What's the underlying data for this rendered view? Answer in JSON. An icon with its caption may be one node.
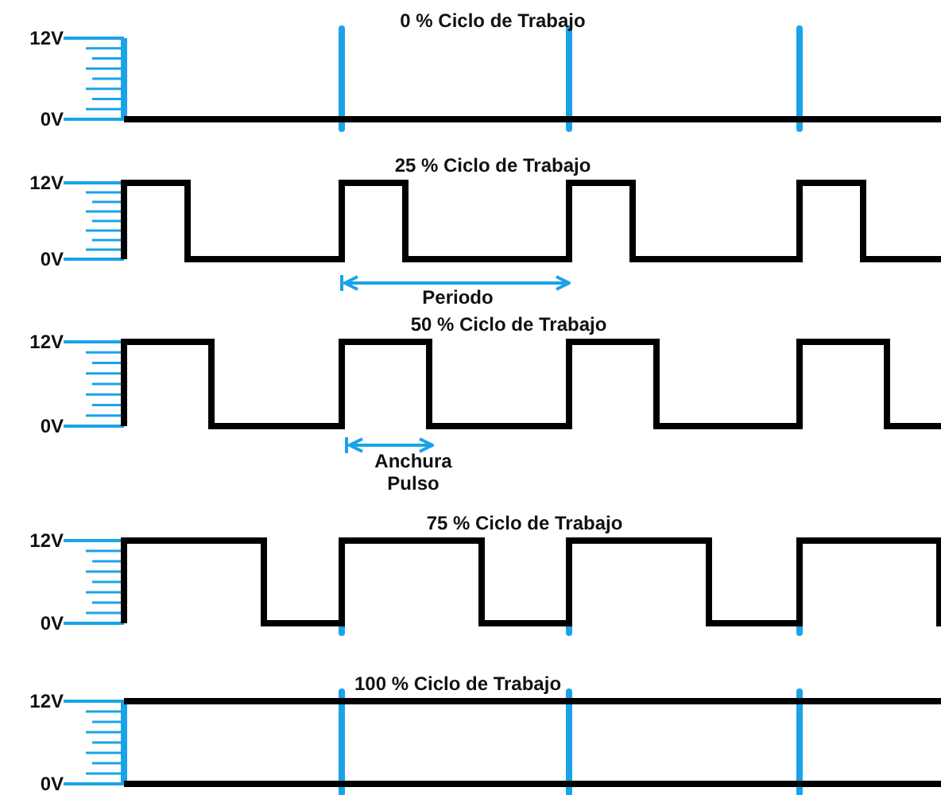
{
  "diagram": {
    "labels": [
      "0 % Ciclo de Trabajo",
      "12V",
      "0V",
      "25 % Ciclo de Trabajo",
      "12V",
      "0V",
      "Periodo",
      "50 % Ciclo de Trabajo",
      "12V",
      "0V",
      "Anchura Pulso",
      "75 % Ciclo de Trabajo",
      "12V",
      "0V",
      "100 % Ciclo de Trabajo",
      "12V",
      "0V"
    ]
  }
}
